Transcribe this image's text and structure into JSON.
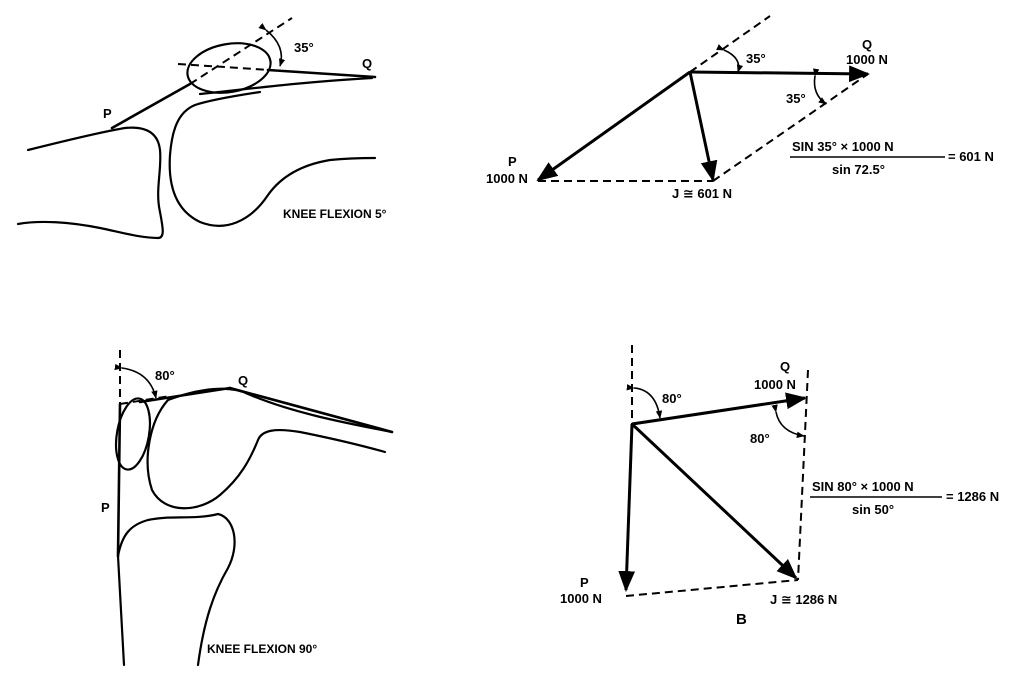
{
  "panel_top": {
    "anatomy": {
      "angle_label": "35°",
      "p_label": "P",
      "q_label": "Q",
      "caption": "KNEE FLEXION 5°"
    },
    "vectors": {
      "angle_top": "35°",
      "angle_right": "35°",
      "q_name": "Q",
      "q_force": "1000 N",
      "p_name": "P",
      "p_force": "1000 N",
      "j_label": "J ≅ 601 N",
      "formula_numerator": "SIN 35° × 1000 N",
      "formula_denominator": "sin 72.5°",
      "formula_result": "= 601 N"
    }
  },
  "panel_bottom": {
    "anatomy": {
      "angle_label": "80°",
      "q_label": "Q",
      "p_label": "P",
      "caption": "KNEE FLEXION 90°"
    },
    "vectors": {
      "angle_top": "80°",
      "angle_right": "80°",
      "q_name": "Q",
      "q_force": "1000 N",
      "p_name": "P",
      "p_force": "1000 N",
      "j_label": "J ≅ 1286 N",
      "formula_numerator": "SIN 80° × 1000 N",
      "formula_denominator": "sin 50°",
      "formula_result": "= 1286 N",
      "panel_letter": "B"
    }
  }
}
